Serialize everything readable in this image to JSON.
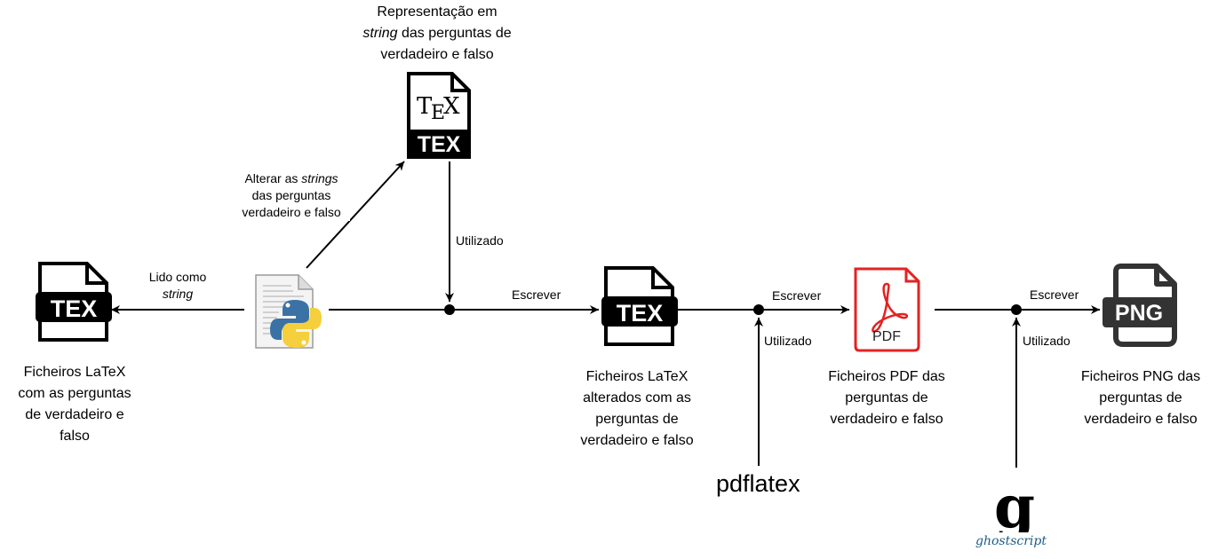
{
  "nodes": {
    "tex_source": {
      "icon": "tex-file-icon",
      "badge": "TEX",
      "caption": [
        "Ficheiros LaTeX",
        "com as perguntas",
        "de verdadeiro e",
        "falso"
      ]
    },
    "python_script": {
      "icon": "python-script-icon"
    },
    "tex_string": {
      "icon": "tex-file-icon",
      "logo": "TEX",
      "badge": "TEX",
      "caption": {
        "line1": "Representação em",
        "line2_em": "string",
        "line2_rest": " das perguntas de",
        "line3": "verdadeiro e falso"
      }
    },
    "tex_altered": {
      "icon": "tex-file-icon",
      "badge": "TEX",
      "caption": [
        "Ficheiros LaTeX",
        "alterados com as",
        "perguntas de",
        "verdadeiro e falso"
      ]
    },
    "pdf_output": {
      "icon": "pdf-file-icon",
      "badge": "PDF",
      "caption": [
        "Ficheiros PDF das",
        "perguntas de",
        "verdadeiro e falso"
      ]
    },
    "png_output": {
      "icon": "png-file-icon",
      "badge": "PNG",
      "caption": [
        "Ficheiros PNG das",
        "perguntas de",
        "verdadeiro e falso"
      ]
    },
    "pdflatex": {
      "label": "pdflatex"
    },
    "ghostscript": {
      "icon": "ghostscript-logo-icon",
      "letter": "g",
      "wordmark": "ghostscript"
    }
  },
  "edges": {
    "read_as_string": {
      "line1": "Lido como",
      "line2_em": "string"
    },
    "alter_strings": {
      "line1_pre": "Alterar as ",
      "line1_em": "strings",
      "line2": "das perguntas",
      "line3": "verdadeiro e falso"
    },
    "used_tex_string": "Utilizado",
    "write_1": "Escrever",
    "write_2": "Escrever",
    "used_pdflatex": "Utilizado",
    "write_3": "Escrever",
    "used_ghostscript": "Utilizado"
  },
  "colors": {
    "line": "#000000",
    "icon_dark": "#000000",
    "pdf_red": "#e32222",
    "png_dark": "#333333",
    "python_blue": "#3a72a6",
    "python_yellow": "#f5cf3c",
    "ghostscript_blue": "#1a5d86"
  }
}
